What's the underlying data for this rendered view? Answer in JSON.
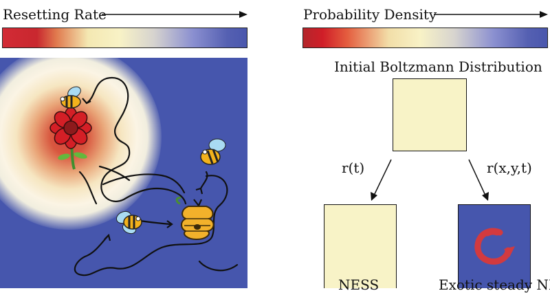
{
  "left_colorbar": {
    "title": "Resetting Rate"
  },
  "right_colorbar": {
    "title": "Probability Density"
  },
  "panel_right": {
    "initial_label": "Initial Boltzmann Distribution",
    "uniform_reset_label": "r(t)",
    "spatial_reset_label": "r(x,y,t)",
    "ness_label": "NESS",
    "exotic_label": "Exotic steady NESS"
  },
  "colors": {
    "red": "#d22a35",
    "cream": "#f8f3c7",
    "blue": "#4656ad"
  }
}
